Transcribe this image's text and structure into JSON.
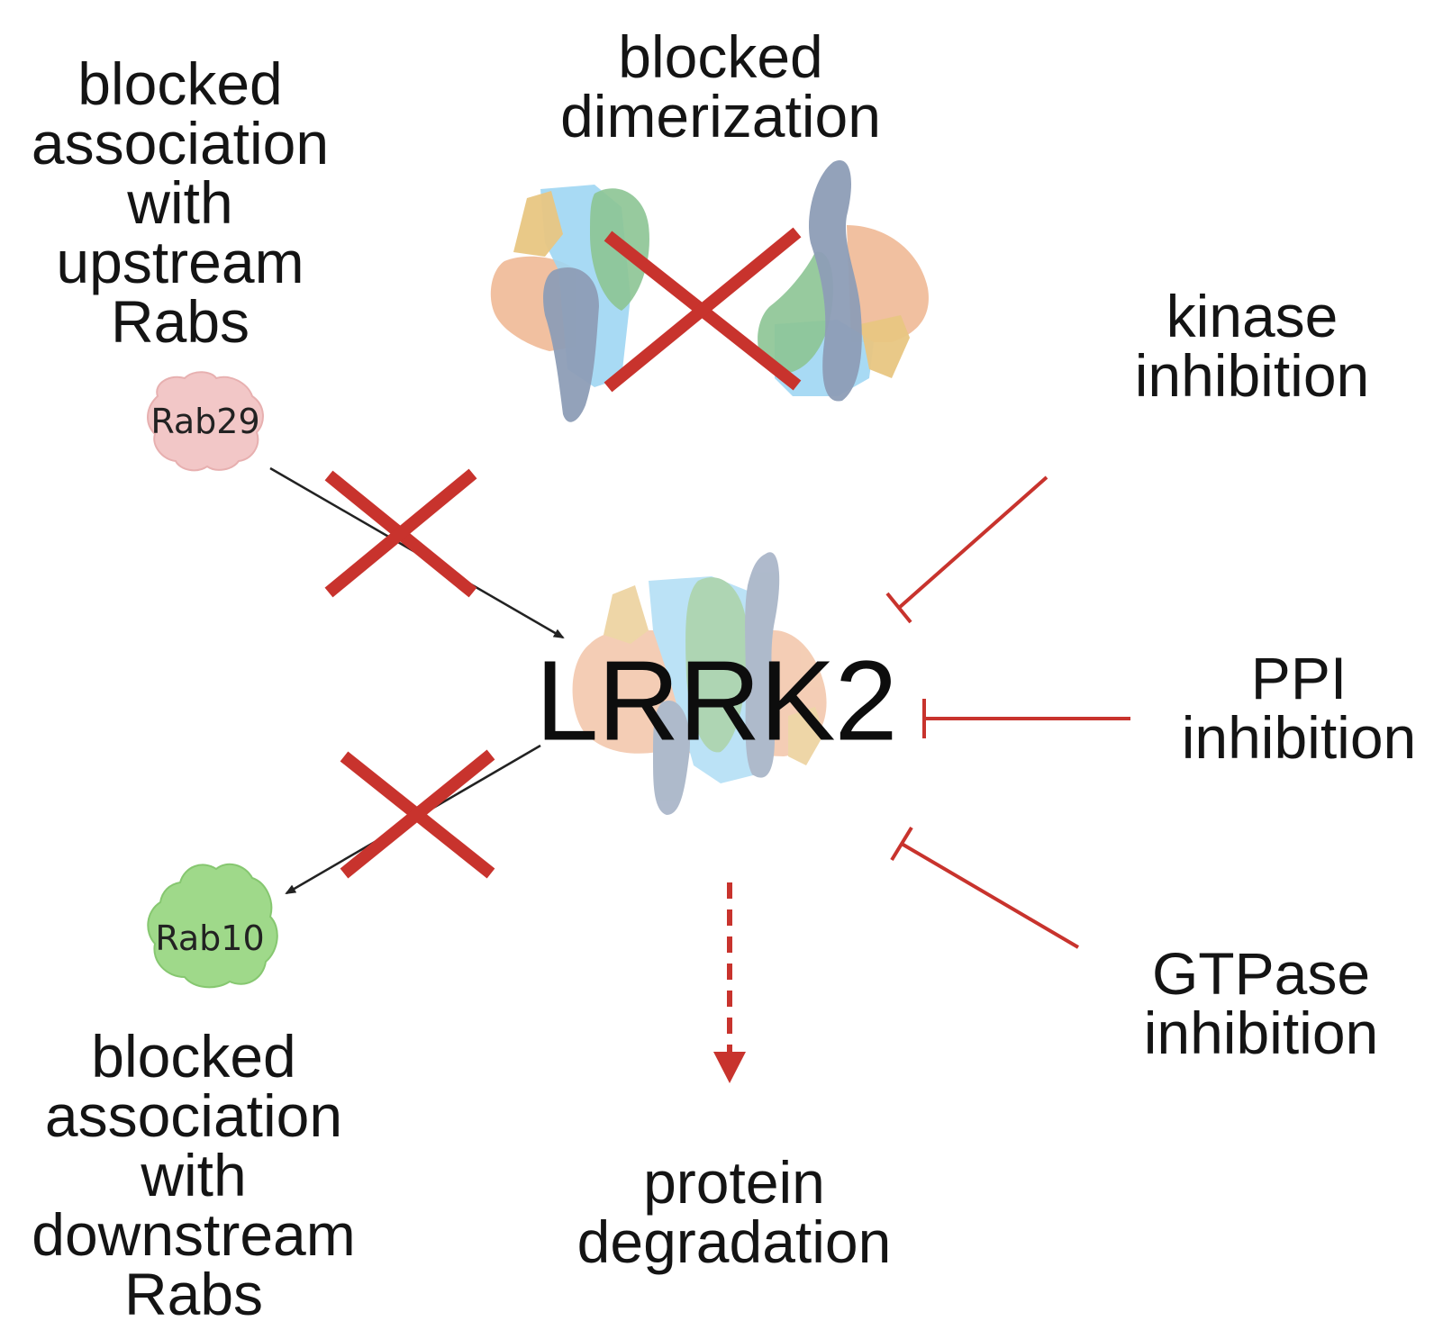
{
  "center": {
    "label": "LRRK2"
  },
  "rabs": {
    "upstream": {
      "label": "Rab29",
      "color": "#f2c7c7"
    },
    "downstream": {
      "label": "Rab10",
      "color": "#9fd98a"
    }
  },
  "labels": {
    "upstream_block": [
      "blocked",
      "association",
      "with",
      "upstream",
      "Rabs"
    ],
    "dimerization": [
      "blocked",
      "dimerization"
    ],
    "kinase": [
      "kinase",
      "inhibition"
    ],
    "ppi": [
      "PPI",
      "inhibition"
    ],
    "gtpase": [
      "GTPase",
      "inhibition"
    ],
    "downstream_block": [
      "blocked",
      "association",
      "with",
      "downstream",
      "Rabs"
    ],
    "degradation": [
      "protein",
      "degradation"
    ]
  },
  "colors": {
    "cross": "#c8332d",
    "inhibit": "#c8332d",
    "arrow": "#222222",
    "domain_peach": "#f0b996",
    "domain_blue": "#9fd6f3",
    "domain_green": "#8cc493",
    "domain_slate": "#8d9db6",
    "domain_yellow": "#e8c682"
  }
}
